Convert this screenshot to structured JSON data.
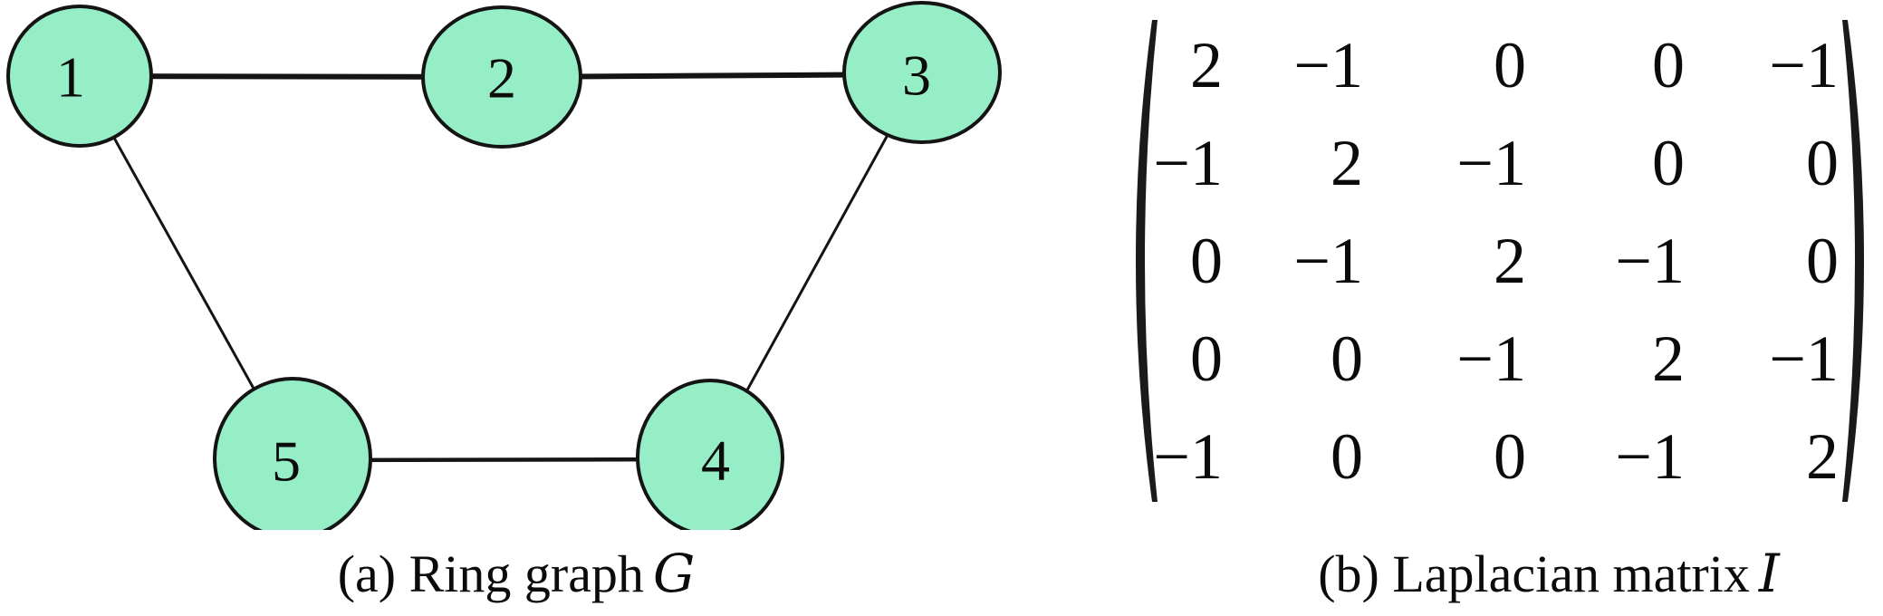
{
  "figure": {
    "panel_a": {
      "caption_text": "(a) Ring graph",
      "caption_symbol": "G",
      "node_fill": "#96EEC6",
      "node_stroke": "#141414",
      "nodes": [
        {
          "id": "1",
          "label": "1"
        },
        {
          "id": "2",
          "label": "2"
        },
        {
          "id": "3",
          "label": "3"
        },
        {
          "id": "4",
          "label": "4"
        },
        {
          "id": "5",
          "label": "5"
        }
      ],
      "edges": [
        "1-2",
        "2-3",
        "3-4",
        "4-5",
        "5-1"
      ]
    },
    "panel_b": {
      "caption_text": "(b) Laplacian matrix",
      "caption_symbol": "I",
      "matrix": {
        "rows": [
          [
            "2",
            "−1",
            "0",
            "0",
            "−1"
          ],
          [
            "−1",
            "2",
            "−1",
            "0",
            "0"
          ],
          [
            "0",
            "−1",
            "2",
            "−1",
            "0"
          ],
          [
            "0",
            "0",
            "−1",
            "2",
            "−1"
          ],
          [
            "−1",
            "0",
            "0",
            "−1",
            "2"
          ]
        ],
        "values_numeric": [
          [
            2,
            -1,
            0,
            0,
            -1
          ],
          [
            -1,
            2,
            -1,
            0,
            0
          ],
          [
            0,
            -1,
            2,
            -1,
            0
          ],
          [
            0,
            0,
            -1,
            2,
            -1
          ],
          [
            -1,
            0,
            0,
            -1,
            2
          ]
        ]
      }
    }
  }
}
